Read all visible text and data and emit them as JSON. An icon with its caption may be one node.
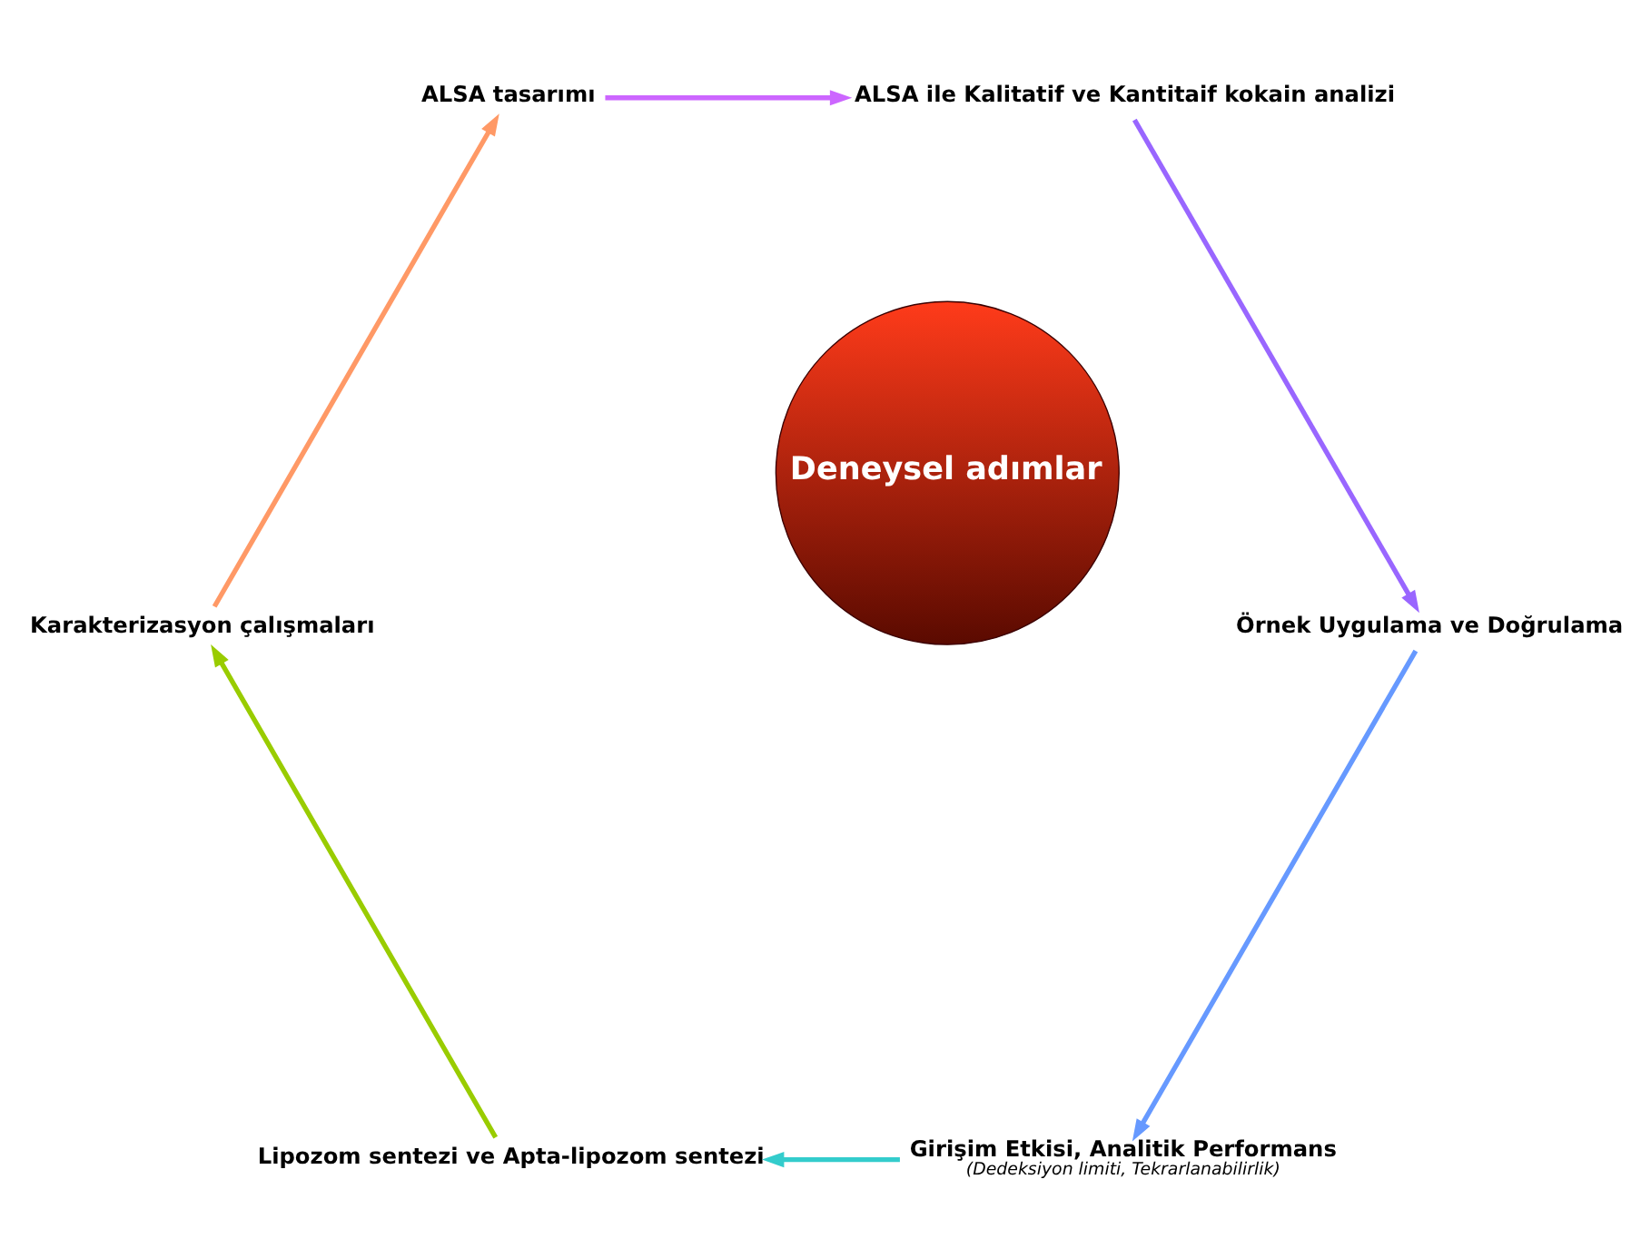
{
  "diagram": {
    "nodes": [
      {
        "text": [
          "Deneysel adımlar"
        ]
      },
      {
        "text": [
          "Girişim Etkisi, Analitik Performans",
          "(Dedeksiyon limiti, Tekrarlanabilirlik)"
        ]
      },
      {
        "text": [
          "Lipozom sentezi ve Apta-lipozom sentezi"
        ]
      },
      {
        "text": [
          "Karakterizasyon çalışmaları"
        ]
      },
      {
        "text": [
          "ALSA tasarımı"
        ]
      },
      {
        "text": [
          "ALSA ile Kalitatif ve Kantitaif kokain analizi"
        ]
      },
      {
        "text": [
          "Örnek Uygulama ve Doğrulama"
        ]
      }
    ],
    "edges": [
      {
        "from": 2,
        "to": 3,
        "arrow": "to",
        "color": "#99cc00"
      },
      {
        "from": 3,
        "to": 4,
        "arrow": "to",
        "color": "#ff9966"
      },
      {
        "from": 4,
        "to": 5,
        "arrow": "to",
        "color": "#cc66ff"
      },
      {
        "from": 5,
        "to": 6,
        "arrow": "to",
        "color": "#9966ff"
      },
      {
        "from": 6,
        "to": 1,
        "arrow": "to",
        "color": "#6699ff"
      },
      {
        "from": 1,
        "to": 2,
        "arrow": "to",
        "color": "#33cccc"
      }
    ]
  }
}
